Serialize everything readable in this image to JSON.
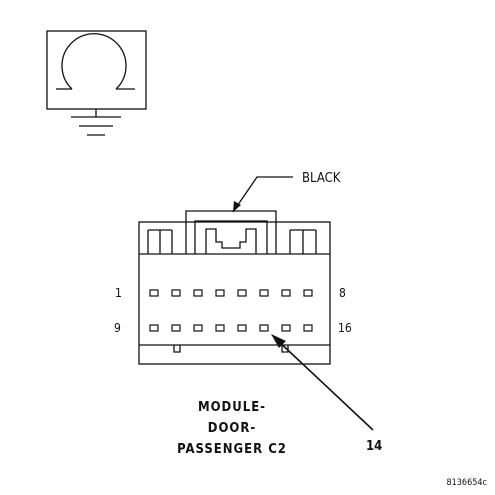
{
  "connector": {
    "color_label": "BLACK",
    "pin_row1_start": "1",
    "pin_row1_end": "8",
    "pin_row2_start": "9",
    "pin_row2_end": "16",
    "callout_pin": "14",
    "name_lines": [
      "MODULE-",
      "DOOR-",
      "PASSENGER C2"
    ]
  },
  "figure_id": "8136654c",
  "icon": "ground-symbol-icon",
  "colors": {
    "line": "#111111",
    "background": "#ffffff"
  }
}
